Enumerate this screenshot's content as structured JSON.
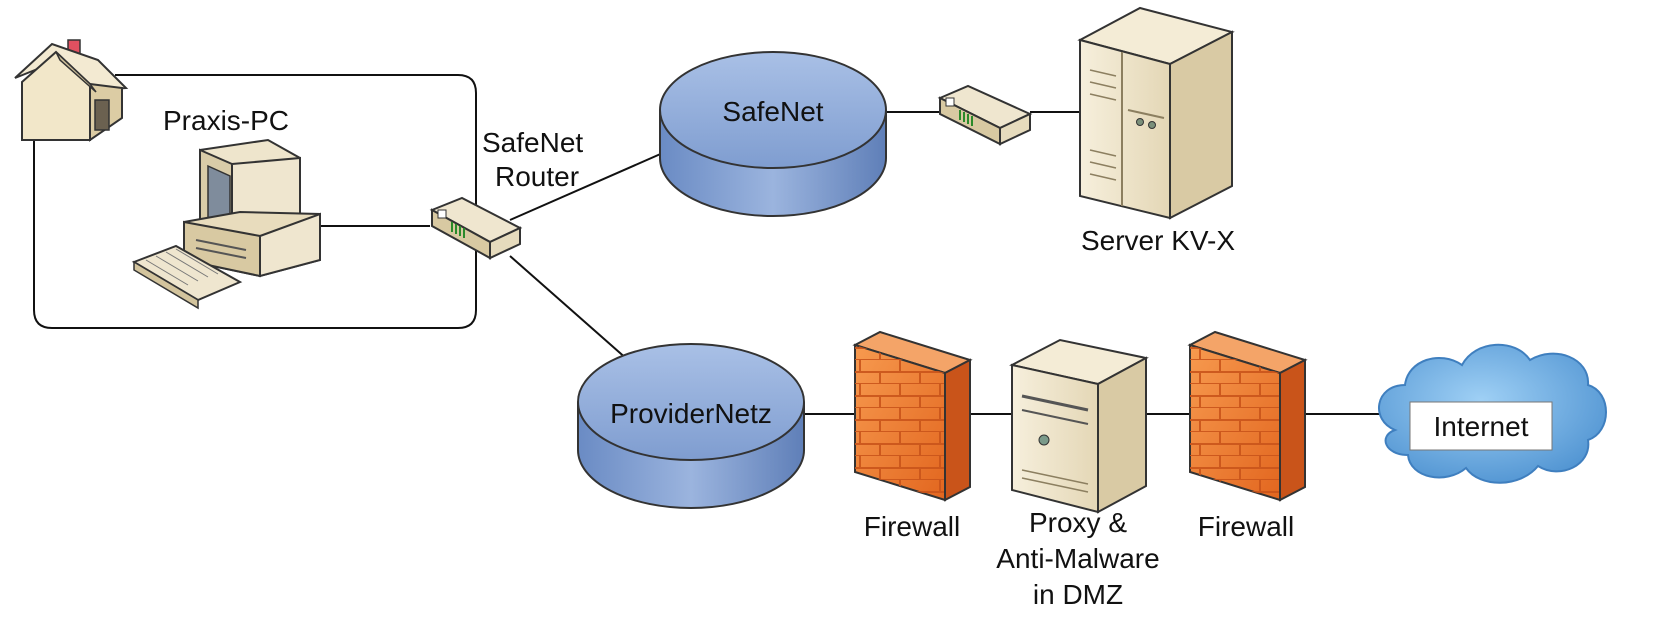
{
  "labels": {
    "praxis_pc": "Praxis-PC",
    "router_line1": "SafeNet",
    "router_line2": "Router",
    "safenet": "SafeNet",
    "server": "Server KV-X",
    "provider": "ProviderNetz",
    "firewall_left": "Firewall",
    "proxy_line1": "Proxy &",
    "proxy_line2": "Anti-Malware",
    "proxy_line3": "in DMZ",
    "firewall_right": "Firewall",
    "internet": "Internet"
  },
  "colors": {
    "network_blue": "#8fa9d6",
    "network_blue_dark": "#5f7fb8",
    "firewall_orange": "#f0782a",
    "beige": "#efe6cf",
    "cloud_blue": "#5b9fd8"
  }
}
